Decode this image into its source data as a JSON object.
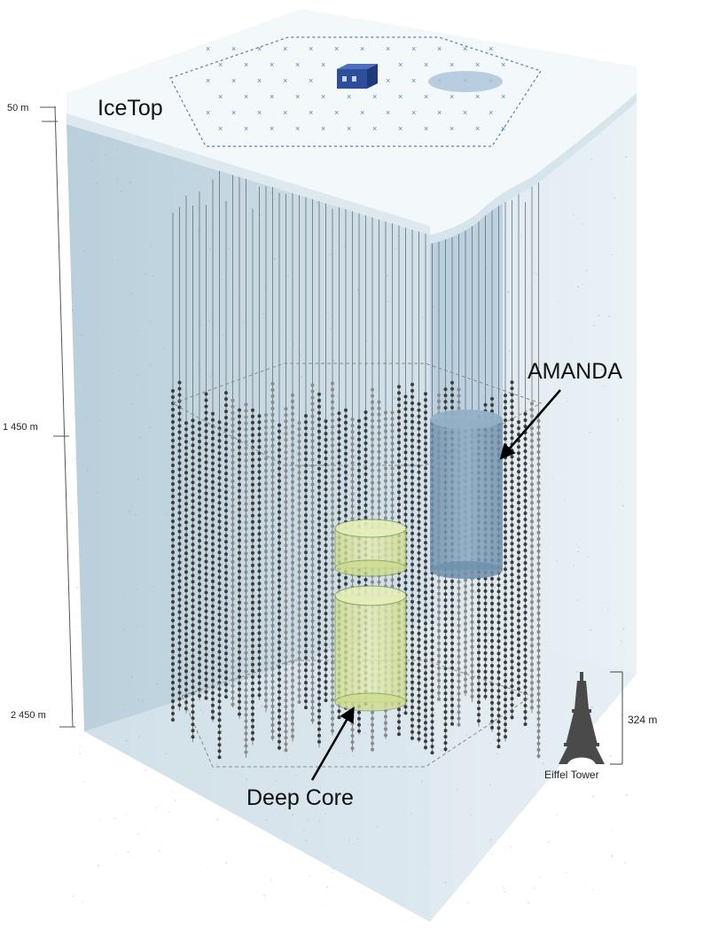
{
  "labels": {
    "icetop": "IceTop",
    "amanda": "AMANDA",
    "deep_core": "Deep Core",
    "eiffel_tower": "Eiffel Tower",
    "eiffel_height": "324 m"
  },
  "depth_scale": {
    "marks": [
      "50 m",
      "1 450 m",
      "2 450 m"
    ]
  },
  "colors": {
    "ice_side": "#c9dae3",
    "ice_top": "#eef5f8",
    "amanda": "#7a9bb6",
    "deep_core": "#d8e4a0",
    "string": "#666666"
  }
}
